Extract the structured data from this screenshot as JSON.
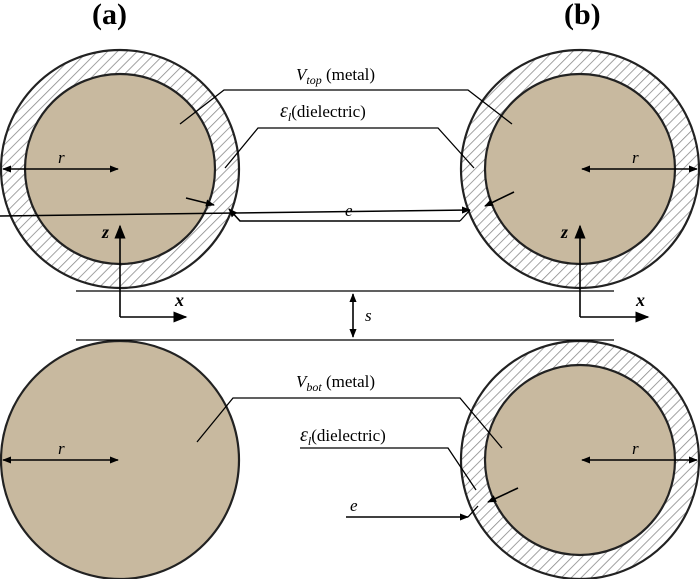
{
  "panels": {
    "a": "(a)",
    "b": "(b)"
  },
  "labels": {
    "v_top": "V",
    "v_top_sub": "top",
    "v_top_suffix": " (metal)",
    "v_bot": "V",
    "v_bot_sub": "bot",
    "v_bot_suffix": " (metal)",
    "eps_top": "ε",
    "eps_top_sub": "l",
    "eps_top_suffix": "(dielectric)",
    "eps_bot": "ε",
    "eps_bot_sub": "l",
    "eps_bot_suffix": "(dielectric)",
    "e_top": "e",
    "e_bot": "e",
    "r_top_left": "r",
    "r_top_right": "r",
    "r_bot_left": "r",
    "r_bot_right": "r",
    "s": "s",
    "z_left": "z",
    "x_left": "x",
    "z_right": "z",
    "x_right": "x"
  },
  "colors": {
    "metal": "#c8b99f",
    "dielectric_hatch": "#8a8a8a",
    "line": "#000000"
  }
}
